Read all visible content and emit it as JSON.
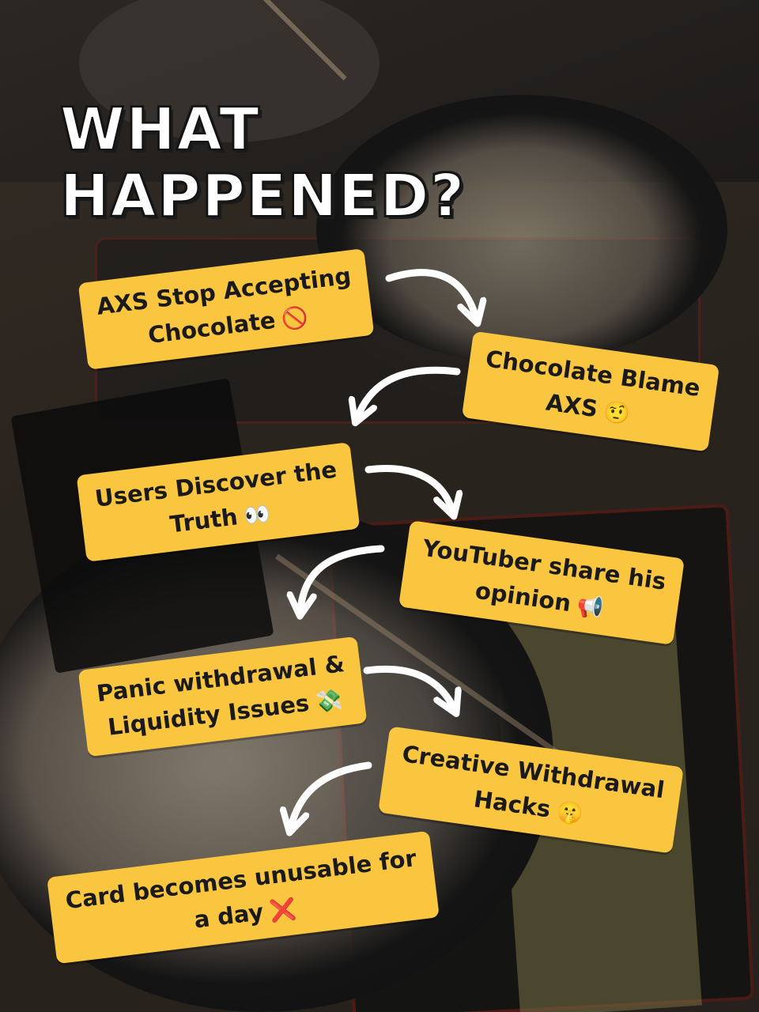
{
  "title": {
    "line1": "WHAT",
    "line2": "HAPPENED?"
  },
  "steps": [
    {
      "line1": "AXS Stop Accepting",
      "line2": "Chocolate",
      "emoji": "🚫",
      "emoji_name": "prohibited-icon"
    },
    {
      "line1": "Chocolate Blame",
      "line2": "AXS",
      "emoji": "🤨",
      "emoji_name": "raised-eyebrow-face-icon"
    },
    {
      "line1": "Users Discover the",
      "line2": "Truth",
      "emoji": "👀",
      "emoji_name": "eyes-icon"
    },
    {
      "line1": "YouTuber share his",
      "line2": "opinion",
      "emoji": "📢",
      "emoji_name": "megaphone-icon"
    },
    {
      "line1": "Panic withdrawal &",
      "line2": "Liquidity Issues",
      "emoji": "💸",
      "emoji_name": "money-with-wings-icon"
    },
    {
      "line1": "Creative Withdrawal",
      "line2": "Hacks",
      "emoji": "🤫",
      "emoji_name": "shushing-face-icon"
    },
    {
      "line1": "Card becomes unusable for",
      "line2": "a day",
      "emoji": "❌",
      "emoji_name": "cross-mark-icon"
    }
  ],
  "colors": {
    "box_yellow": "#fbc63f",
    "text_dark": "#1a1a1a",
    "title_white": "#ffffff",
    "arrow_white": "#ffffff"
  }
}
